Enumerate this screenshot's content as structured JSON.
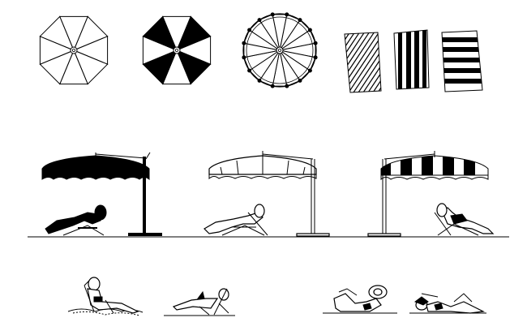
{
  "drawing": {
    "colors": {
      "ink": "#000000",
      "paper": "#ffffff"
    },
    "plan_umbrellas": [
      {
        "name": "umbrella-plan-8-panel-white",
        "panels": 8,
        "style": "white"
      },
      {
        "name": "umbrella-plan-8-panel-alternating",
        "panels": 8,
        "style": "alternating-black"
      },
      {
        "name": "umbrella-plan-16-panel-beaded",
        "panels": 16,
        "style": "beaded-rim"
      }
    ],
    "towels": [
      {
        "name": "towel-diagonal-hatch",
        "pattern": "diagonal-hatch"
      },
      {
        "name": "towel-vertical-stripes",
        "pattern": "vertical-stripes"
      },
      {
        "name": "towel-horizontal-stripes",
        "pattern": "horizontal-stripes"
      }
    ],
    "elevation_umbrellas": [
      {
        "name": "cantilever-umbrella-solid",
        "canopy": "solid-black"
      },
      {
        "name": "cantilever-umbrella-white",
        "canopy": "white"
      },
      {
        "name": "cantilever-umbrella-striped",
        "canopy": "black-stripes"
      }
    ],
    "figures": [
      "figure-lounger-silhouette",
      "figure-lounger-outline",
      "figure-lounger-outline-2",
      "figure-sitting-chair-sand",
      "figure-sitting-chair",
      "figure-lying-sunhat",
      "figure-lying-reading"
    ]
  }
}
